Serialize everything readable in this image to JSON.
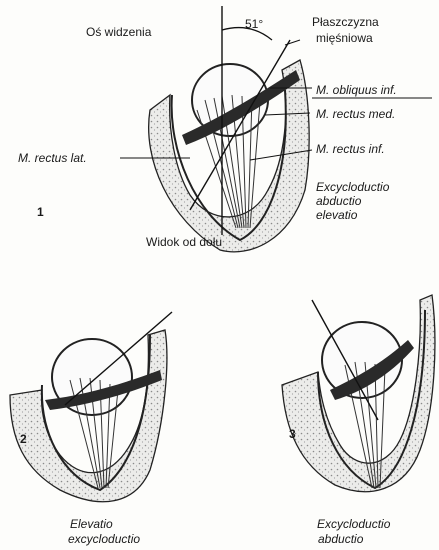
{
  "top": {
    "angle": "51°",
    "visual_axis": "Oś widzenia",
    "muscle_plane_line1": "Płaszczyzna",
    "muscle_plane_line2": "mięśniowa",
    "obliquus_inf": "M. obliquus inf.",
    "rectus_med": "M. rectus med.",
    "rectus_inf": "M. rectus inf.",
    "rectus_lat": "M. rectus lat.",
    "action_1": "Excycloductio",
    "action_2": "abductio",
    "action_3": "elevatio",
    "number": "1",
    "caption": "Widok od dołu"
  },
  "bottom_left": {
    "number": "2",
    "action_1": "Elevatio",
    "action_2": "excycloductio"
  },
  "bottom_right": {
    "number": "3",
    "action_1": "Excycloductio",
    "action_2": "abductio"
  }
}
